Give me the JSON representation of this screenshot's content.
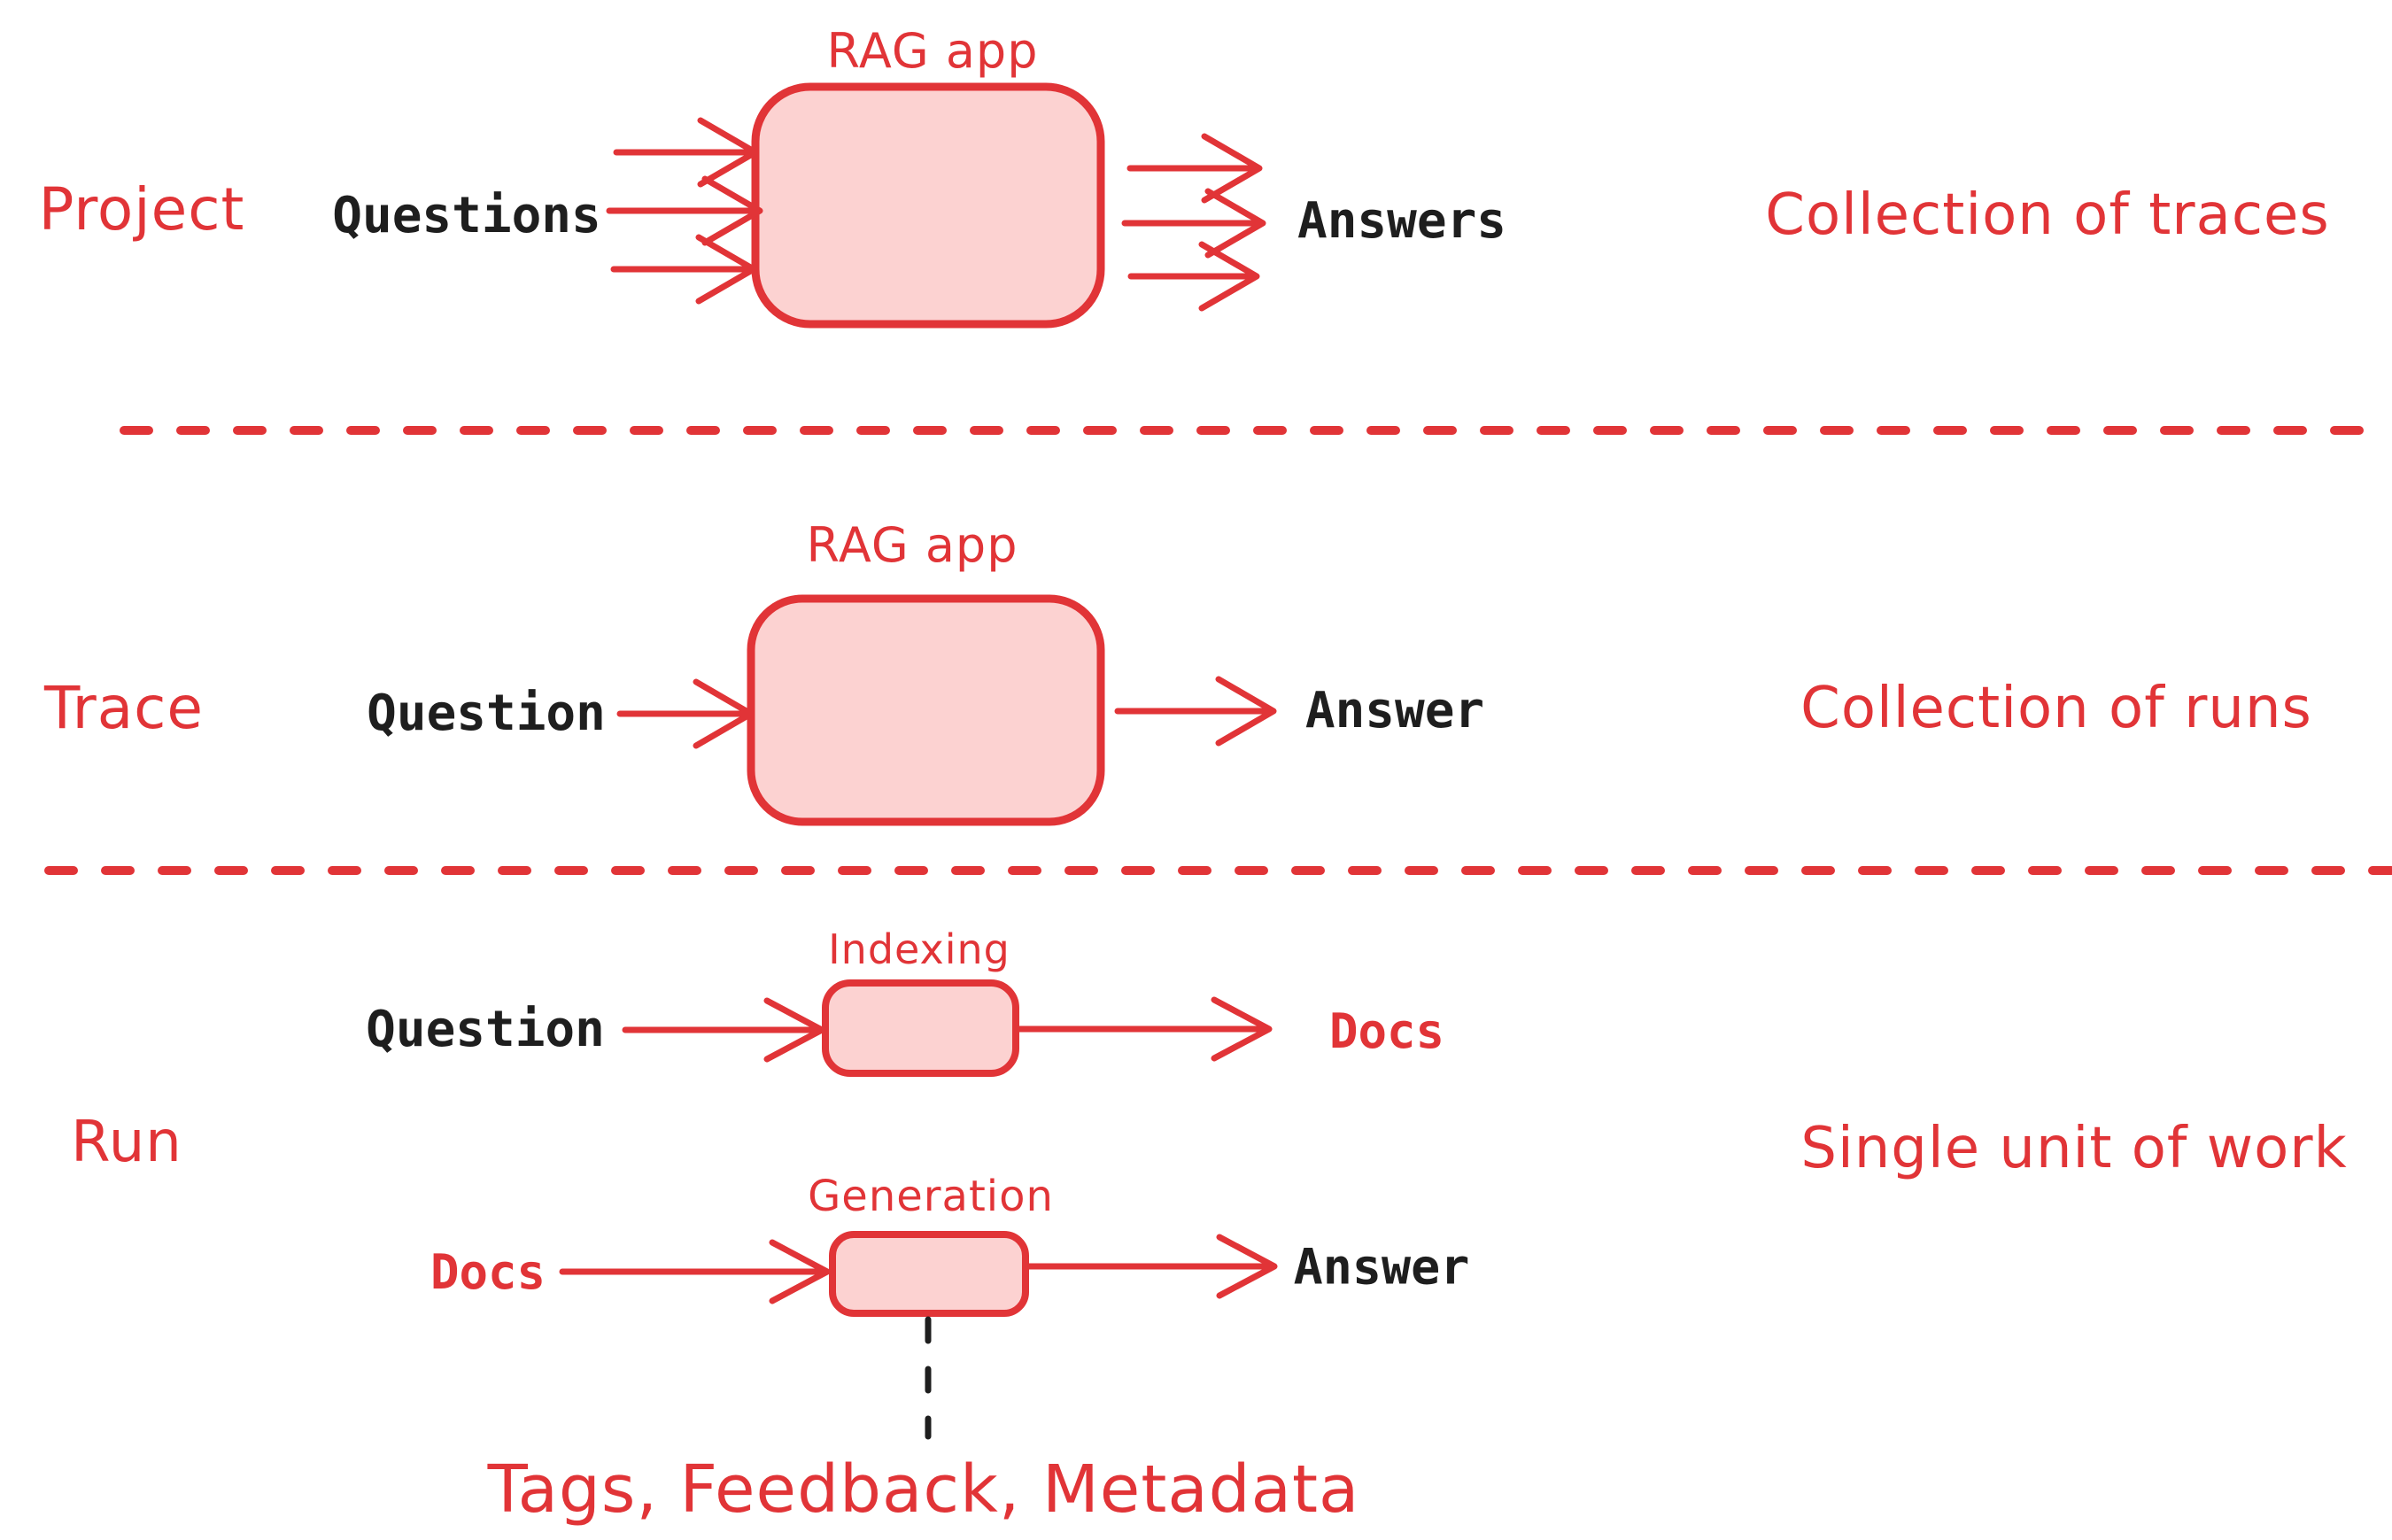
{
  "colors": {
    "stroke_red": "#e13437",
    "fill_pink": "#fcd2d1",
    "text_black": "#1e1e1e"
  },
  "sections": [
    {
      "id": "project",
      "label": "Project",
      "input_label": "Questions",
      "box_label": "RAG app",
      "output_label": "Answers",
      "note": "Collection of traces"
    },
    {
      "id": "trace",
      "label": "Trace",
      "input_label": "Question",
      "box_label": "RAG app",
      "output_label": "Answer",
      "note": "Collection of runs"
    },
    {
      "id": "run",
      "label": "Run",
      "note": "Single unit of work",
      "flows": [
        {
          "input_label": "Question",
          "box_label": "Indexing",
          "output_label": "Docs"
        },
        {
          "input_label": "Docs",
          "box_label": "Generation",
          "output_label": "Answer"
        }
      ],
      "annotation": "Tags, Feedback, Metadata"
    }
  ]
}
